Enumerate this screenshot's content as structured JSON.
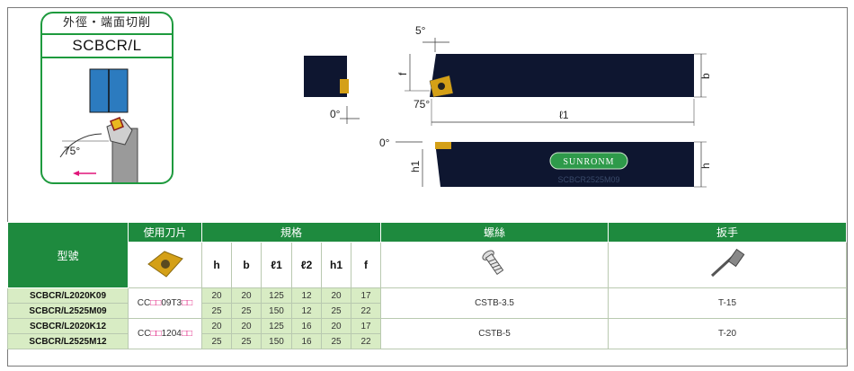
{
  "card": {
    "title": "外徑・端面切削",
    "model": "SCBCR/L",
    "angle": "75°"
  },
  "drawing": {
    "angle_top": "5°",
    "angle_front": "0°",
    "angle_side": "0°",
    "angle_insert": "75°",
    "dim_f": "f",
    "dim_b": "b",
    "dim_l1": "ℓ1",
    "dim_h1": "h1",
    "dim_h": "h",
    "brand": "SUNRONM",
    "engraving": "SCBCR2525M09"
  },
  "table": {
    "headers": {
      "model": "型號",
      "insert": "使用刀片",
      "spec": "規格",
      "screw": "螺絲",
      "wrench": "扳手"
    },
    "spec_cols": [
      "h",
      "b",
      "ℓ1",
      "ℓ2",
      "h1",
      "f"
    ],
    "groups": [
      {
        "insert": "CC",
        "insert_code": "09T3",
        "screw": "CSTB-3.5",
        "wrench": "T-15",
        "rows": [
          {
            "model": "SCBCR/L2020K09",
            "vals": [
              "20",
              "20",
              "125",
              "12",
              "20",
              "17"
            ]
          },
          {
            "model": "SCBCR/L2525M09",
            "vals": [
              "25",
              "25",
              "150",
              "12",
              "25",
              "22"
            ]
          }
        ]
      },
      {
        "insert": "CC",
        "insert_code": "1204",
        "screw": "CSTB-5",
        "wrench": "T-20",
        "rows": [
          {
            "model": "SCBCR/L2020K12",
            "vals": [
              "20",
              "20",
              "125",
              "16",
              "20",
              "17"
            ]
          },
          {
            "model": "SCBCR/L2525M12",
            "vals": [
              "25",
              "25",
              "150",
              "16",
              "25",
              "22"
            ]
          }
        ]
      }
    ]
  },
  "colors": {
    "green": "#1e8a3e",
    "light_green": "#d8ecc4",
    "tool": "#0e1630",
    "insert": "#d4a017",
    "pink": "#e0157a"
  }
}
